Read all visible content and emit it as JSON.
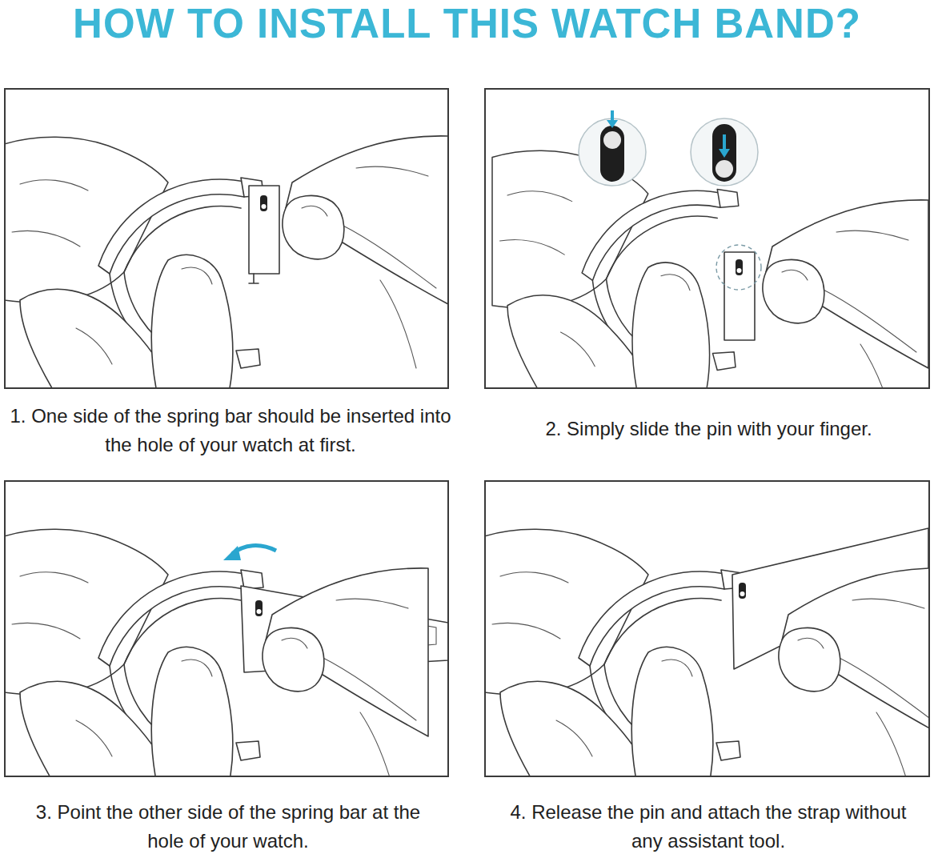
{
  "diagram": {
    "title": "HOW TO INSTALL THIS WATCH BAND?",
    "nodes": [
      {
        "text": [
          "1. One side of the spring bar should be inserted into the hole of your watch at first."
        ]
      },
      {
        "text": [
          "2. Simply slide the pin with your finger."
        ]
      },
      {
        "text": [
          "3. Point the other side of the spring bar at the hole of your watch."
        ]
      },
      {
        "text": [
          "4. Release the pin and attach the strap without  any assistant tool."
        ]
      }
    ]
  }
}
